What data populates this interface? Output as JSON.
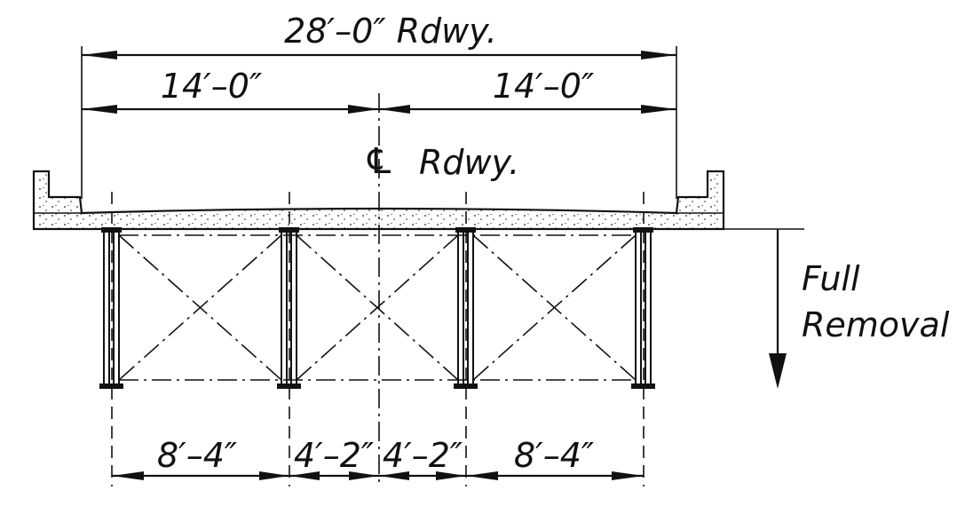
{
  "colors": {
    "ink": "#111111",
    "background": "#ffffff"
  },
  "dimensions": {
    "overall_roadway": "28′–0″ Rdwy.",
    "half_left": "14′–0″",
    "half_right": "14′–0″",
    "girder_spacings": [
      "8′–4″",
      "4′–2″",
      "4′–2″",
      "8′–4″"
    ]
  },
  "labels": {
    "centerline_symbol": "℄",
    "centerline_text": "Rdwy.",
    "removal_line1": "Full",
    "removal_line2": "Removal"
  },
  "icons": {
    "removal_arrow": "down-arrow-icon",
    "centerline": "centerline-icon"
  }
}
